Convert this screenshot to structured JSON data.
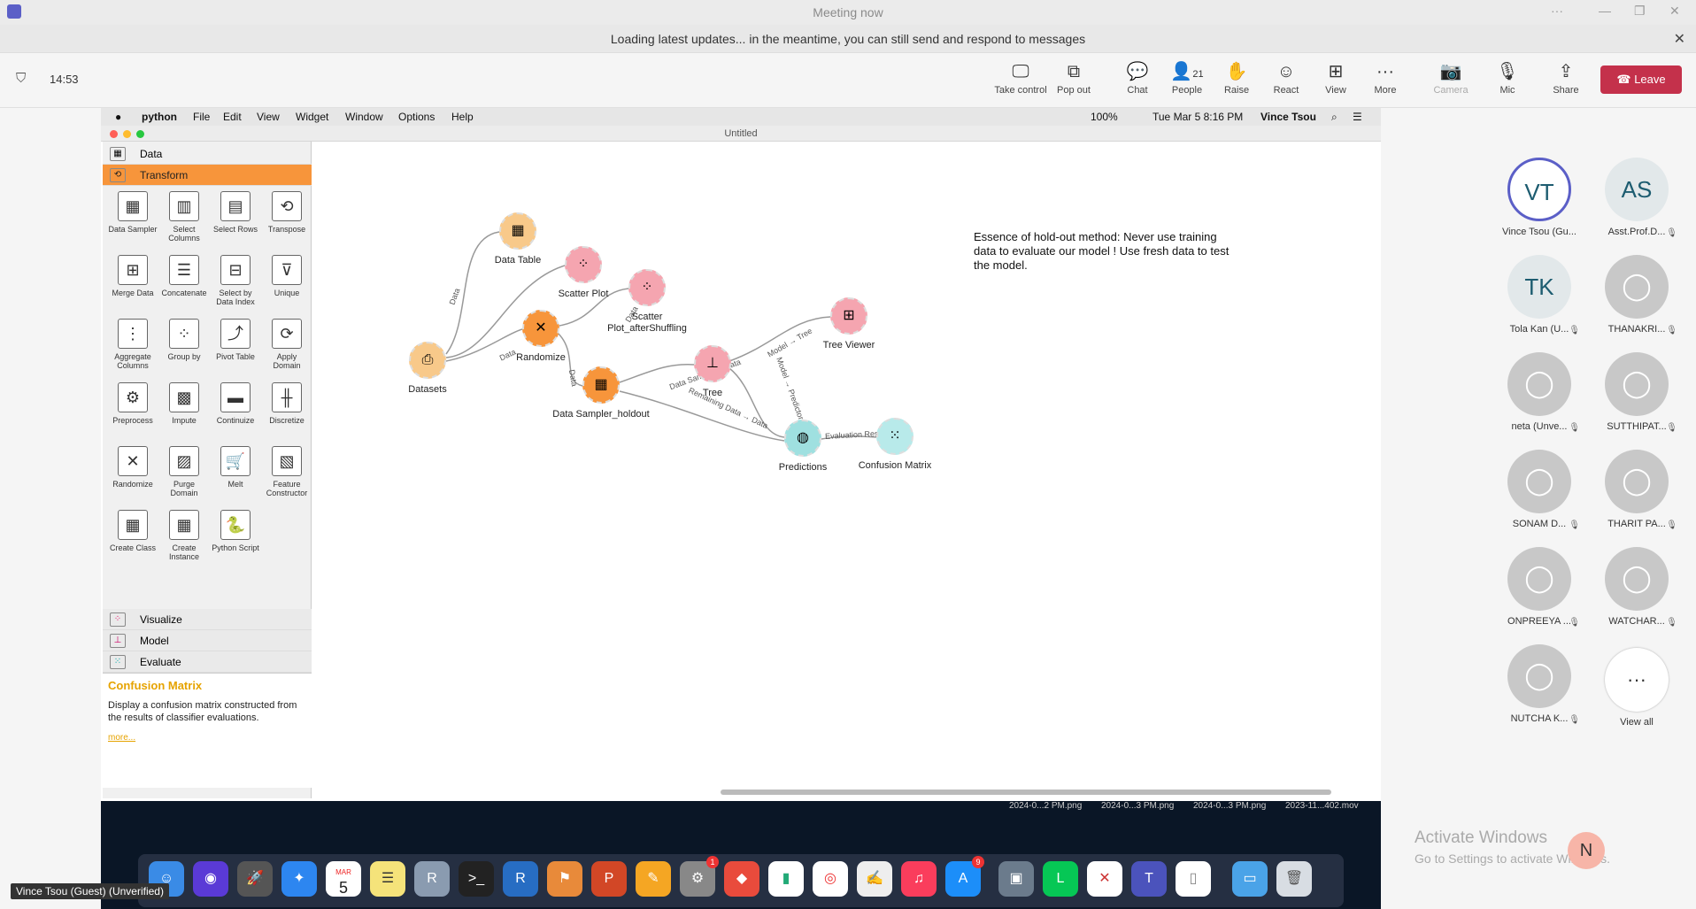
{
  "window": {
    "title": "Meeting now",
    "minimize": "—",
    "restore": "❐",
    "close": "✕",
    "more": "···"
  },
  "banner": {
    "message": "Loading latest updates... in the meantime, you can still send and respond to messages",
    "close": "✕"
  },
  "meeting": {
    "elapsed": "14:53"
  },
  "toolbar": {
    "take_control": "Take control",
    "pop_out": "Pop out",
    "chat": "Chat",
    "people": "People",
    "people_count": "21",
    "raise": "Raise",
    "react": "React",
    "view": "View",
    "more": "More",
    "camera": "Camera",
    "mic": "Mic",
    "share": "Share",
    "leave": "Leave"
  },
  "mac_menu": {
    "app": "python",
    "items": [
      "File",
      "Edit",
      "View",
      "Widget",
      "Window",
      "Options",
      "Help"
    ],
    "battery": "100%",
    "clock": "Tue Mar 5  8:16 PM",
    "user": "Vince Tsou"
  },
  "orange_window": {
    "title": "Untitled"
  },
  "sidebar": {
    "categories_top": [
      "Data",
      "Transform"
    ],
    "widgets": [
      {
        "label": "Data Sampler",
        "icon": "▦"
      },
      {
        "label": "Select Columns",
        "icon": "▥"
      },
      {
        "label": "Select Rows",
        "icon": "▤"
      },
      {
        "label": "Transpose",
        "icon": "⟲"
      },
      {
        "label": "Merge Data",
        "icon": "⊞"
      },
      {
        "label": "Concatenate",
        "icon": "☰"
      },
      {
        "label": "Select by Data Index",
        "icon": "⊟"
      },
      {
        "label": "Unique",
        "icon": "⊽"
      },
      {
        "label": "Aggregate Columns",
        "icon": "⋮"
      },
      {
        "label": "Group by",
        "icon": "⁘"
      },
      {
        "label": "Pivot Table",
        "icon": "⤴"
      },
      {
        "label": "Apply Domain",
        "icon": "⟳"
      },
      {
        "label": "Preprocess",
        "icon": "⚙"
      },
      {
        "label": "Impute",
        "icon": "▩"
      },
      {
        "label": "Continuize",
        "icon": "▬"
      },
      {
        "label": "Discretize",
        "icon": "╫"
      },
      {
        "label": "Randomize",
        "icon": "✕"
      },
      {
        "label": "Purge Domain",
        "icon": "▨"
      },
      {
        "label": "Melt",
        "icon": "🛒"
      },
      {
        "label": "Feature Constructor",
        "icon": "▧"
      },
      {
        "label": "Create Class",
        "icon": "▦"
      },
      {
        "label": "Create Instance",
        "icon": "▦"
      },
      {
        "label": "Python Script",
        "icon": "🐍"
      }
    ],
    "categories_bottom": [
      "Visualize",
      "Model",
      "Evaluate"
    ],
    "desc_title": "Confusion Matrix",
    "desc_text": "Display a confusion matrix constructed from the results of classifier evaluations.",
    "desc_more": "more..."
  },
  "canvas": {
    "note": "Essence of hold-out method: Never use training data to evaluate our model ! Use fresh data to test the model.",
    "nodes": [
      {
        "label": "Data Table"
      },
      {
        "label": "Scatter Plot"
      },
      {
        "label": "Scatter Plot_afterShuffling"
      },
      {
        "label": "Datasets"
      },
      {
        "label": "Randomize"
      },
      {
        "label": "Tree Viewer"
      },
      {
        "label": "Tree"
      },
      {
        "label": "Data Sampler_holdout"
      },
      {
        "label": "Predictions"
      },
      {
        "label": "Confusion Matrix"
      }
    ],
    "edges": [
      "Data",
      "Data",
      "Data",
      "Data",
      "Data",
      "Data Sample → Data",
      "Model → Tree",
      "Model → Predictors",
      "Remaining Data → Data",
      "Evaluation Results"
    ]
  },
  "desktop_files": [
    "2024-0...2 PM.png",
    "2024-0...3 PM.png",
    "2024-0...3 PM.png",
    "2023-11...402.mov"
  ],
  "dock": {
    "calendar_day": "5",
    "calendar_month": "MAR",
    "badge_settings": "1",
    "badge_appstore": "9"
  },
  "participants": [
    {
      "initials": "VT",
      "name": "Vince Tsou (Gu...",
      "muted": false
    },
    {
      "initials": "AS",
      "name": "Asst.Prof.D...",
      "muted": true
    },
    {
      "initials": "TK",
      "name": "Tola Kan (U...",
      "muted": true
    },
    {
      "initials": "",
      "name": "THANAKRI...",
      "muted": true
    },
    {
      "initials": "",
      "name": "neta (Unve...",
      "muted": true
    },
    {
      "initials": "",
      "name": "SUTTHIPAT...",
      "muted": true
    },
    {
      "initials": "",
      "name": "SONAM D...",
      "muted": true
    },
    {
      "initials": "",
      "name": "THARIT PA...",
      "muted": true
    },
    {
      "initials": "",
      "name": "ONPREEYA ...",
      "muted": true
    },
    {
      "initials": "",
      "name": "WATCHAR...",
      "muted": true
    },
    {
      "initials": "",
      "name": "NUTCHA K...",
      "muted": true
    }
  ],
  "view_all": "View all",
  "activate": {
    "title": "Activate Windows",
    "sub": "Go to Settings to activate Windows."
  },
  "badge_letter": "N",
  "guest_label": "Vince Tsou (Guest) (Unverified)"
}
